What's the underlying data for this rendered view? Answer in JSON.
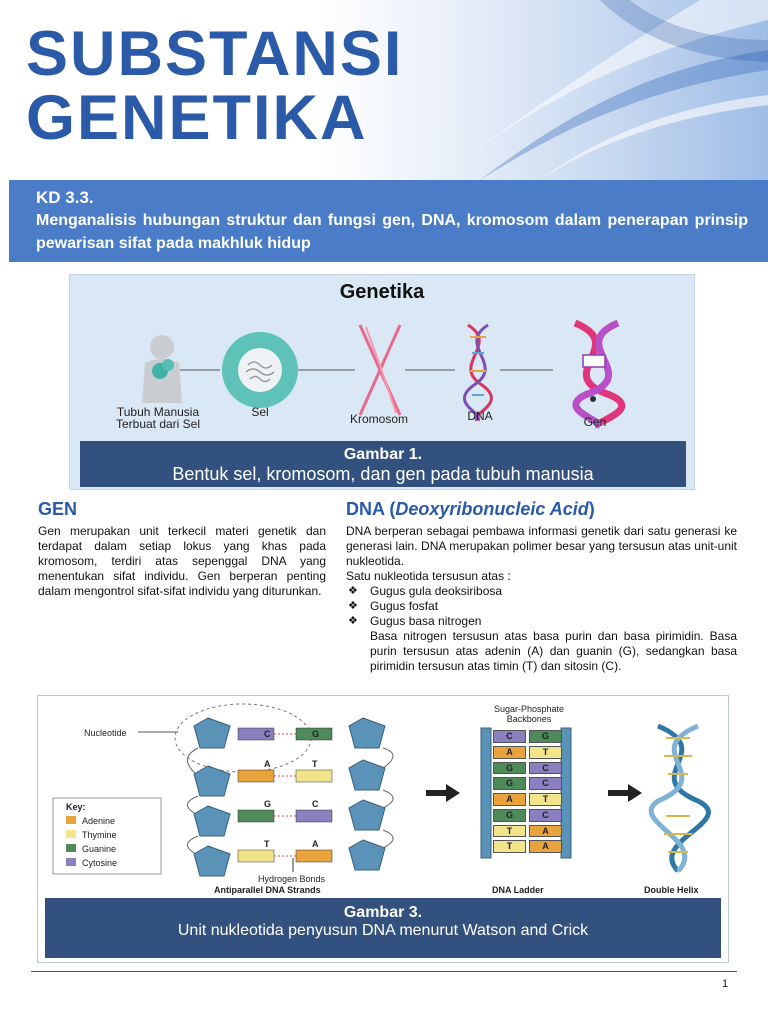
{
  "header": {
    "title_line1": "SUBSTANSI",
    "title_line2": "GENETIKA"
  },
  "kd": {
    "code": "KD 3.3.",
    "text": "Menganalisis hubungan struktur dan fungsi gen, DNA, kromosom dalam penerapan prinsip pewarisan sifat pada makhluk hidup"
  },
  "figure1": {
    "title": "Genetika",
    "labels": [
      "Tubuh Manusia Terbuat dari Sel",
      "Sel",
      "Kromosom",
      "DNA",
      "Gen"
    ],
    "caption_title": "Gambar 1.",
    "caption_text": "Bentuk sel, kromosom, dan gen pada tubuh manusia"
  },
  "gen_section": {
    "heading": "GEN",
    "text": "Gen merupakan unit terkecil materi genetik dan terdapat dalam setiap lokus yang khas pada kromosom, terdiri atas sepenggal DNA yang menentukan sifat individu. Gen berperan penting dalam mengontrol sifat-sifat individu yang diturunkan."
  },
  "dna_section": {
    "heading_prefix": "DNA (",
    "heading_italic": "Deoxyribonucleic Acid",
    "heading_suffix": ")",
    "para1": "DNA berperan sebagai pembawa informasi genetik dari satu generasi ke generasi lain. DNA merupakan polimer besar yang tersusun atas unit-unit nukleotida.",
    "list_intro": "Satu nukleotida tersusun atas :",
    "bullets": [
      "Gugus gula deoksiribosa",
      "Gugus fosfat",
      "Gugus basa nitrogen"
    ],
    "para2": "Basa nitrogen tersusun atas basa purin dan basa pirimidin. Basa purin tersusun atas adenin (A) dan guanin (G), sedangkan basa pirimidin tersusun atas timin (T) dan sitosin (C)."
  },
  "figure3": {
    "nucleotide_label": "Nucleotide",
    "key_title": "Key:",
    "key_items": [
      {
        "label": "Adenine",
        "color": "#e8a33c"
      },
      {
        "label": "Thymine",
        "color": "#f2e48a"
      },
      {
        "label": "Guanine",
        "color": "#4e8a5a"
      },
      {
        "label": "Cytosine",
        "color": "#8b7fc0"
      }
    ],
    "hydrogen_label": "Hydrogen Bonds",
    "strands_label": "Antiparallel DNA Strands",
    "backbone_label": "Sugar-Phosphate Backbones",
    "ladder_label": "DNA Ladder",
    "helix_label": "Double Helix",
    "pair_letters": [
      "C",
      "G",
      "A",
      "T",
      "G",
      "C",
      "T",
      "A"
    ],
    "ladder_letters": [
      "C",
      "G",
      "A",
      "T",
      "G",
      "C",
      "G",
      "C",
      "A",
      "T",
      "G",
      "C",
      "T",
      "A",
      "T",
      "A"
    ],
    "caption_title": "Gambar 3.",
    "caption_text": "Unit nukleotida penyusun DNA menurut Watson and Crick"
  },
  "footer": {
    "page_number": "1"
  }
}
